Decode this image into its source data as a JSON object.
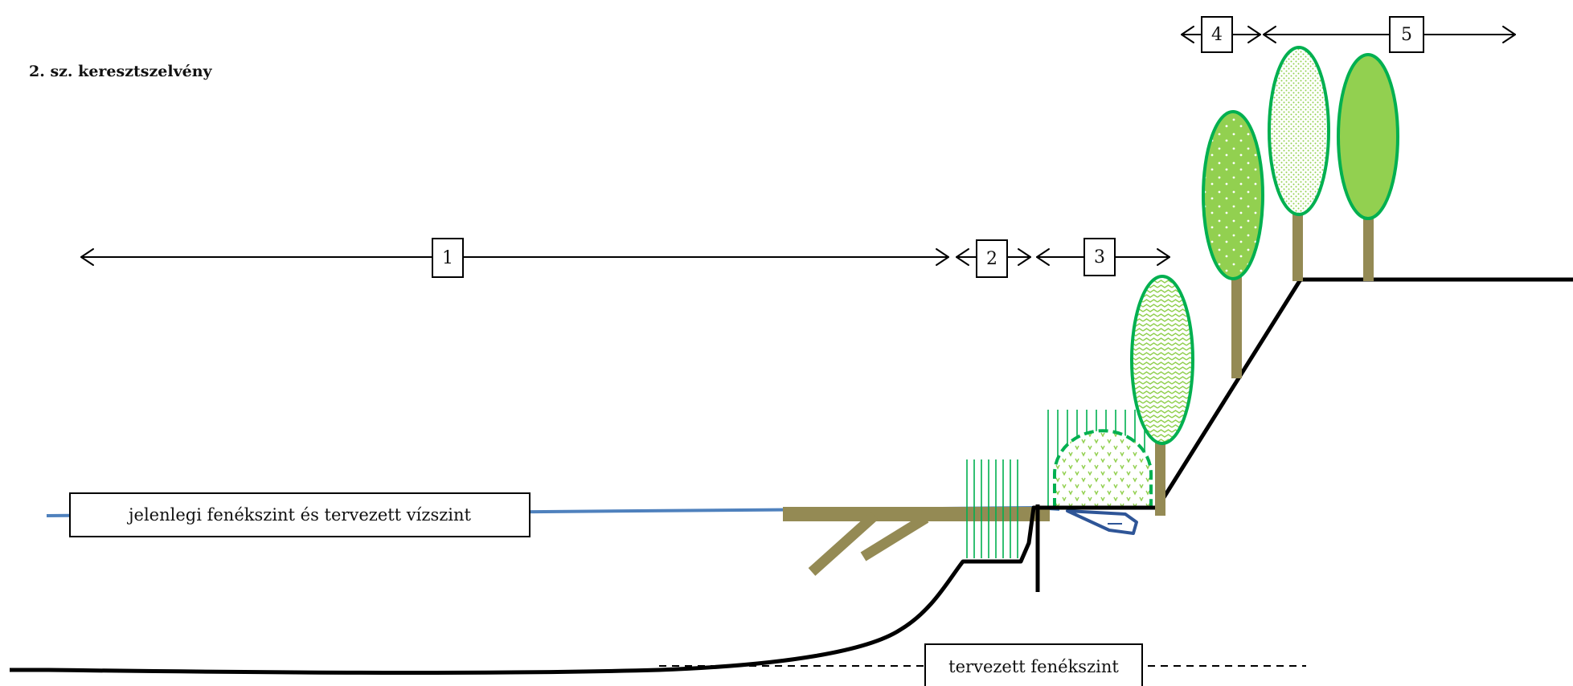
{
  "title": "2. sz. keresztszelvény",
  "zones": [
    {
      "id": "zone-1",
      "label": "1"
    },
    {
      "id": "zone-2",
      "label": "2"
    },
    {
      "id": "zone-3",
      "label": "3"
    },
    {
      "id": "zone-4",
      "label": "4"
    },
    {
      "id": "zone-5",
      "label": "5"
    }
  ],
  "labels": {
    "current_level": "jelenlegi fenékszint és tervezett vízszint",
    "planned_bed": "tervezett fenékszint"
  },
  "colors": {
    "terrain": "#000000",
    "water": "#4f81bd",
    "wood": "#948a54",
    "leaf_outline": "#00b050",
    "leaf_light": "#c3e58a",
    "leaf_fill": "#92d050",
    "reed": "#00b050"
  },
  "icons": [
    "tree-icon",
    "shrub-icon",
    "reed-icon",
    "arrow-icon",
    "boat-icon"
  ]
}
